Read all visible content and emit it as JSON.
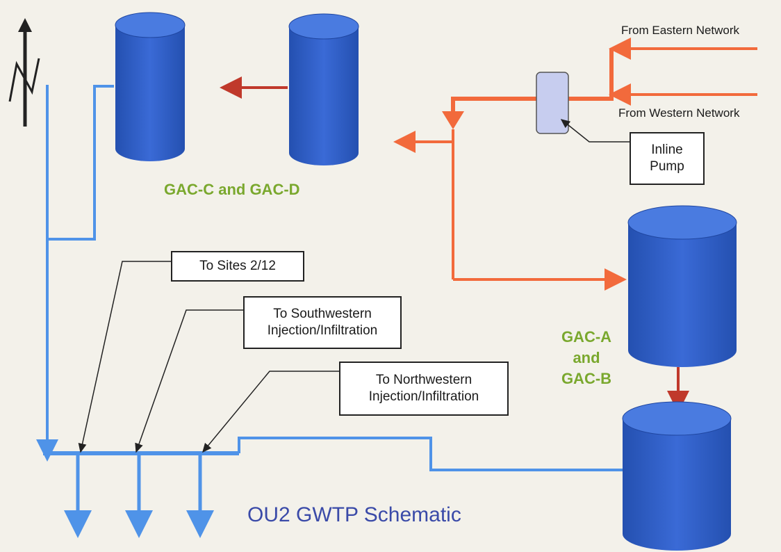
{
  "title": "OU2 GWTP Schematic",
  "north_marker": "N",
  "sources": {
    "eastern": "From Eastern Network",
    "western": "From Western Network"
  },
  "pump_label": [
    "Inline",
    "Pump"
  ],
  "group_labels": {
    "cd": "GAC-C and GAC-D",
    "ab": [
      "GAC-A",
      "and",
      "GAC-B"
    ]
  },
  "destinations": {
    "sites": "To Sites 2/12",
    "southwestern": [
      "To Southwestern",
      "Injection/Infiltration"
    ],
    "northwestern": [
      "To Northwestern",
      "Injection/Infiltration"
    ]
  },
  "colors": {
    "tank": "#2e5fc8",
    "tank_top": "#4a7be0",
    "influent_pipe": "#f26a3c",
    "treated_pipe": "#4f93e8",
    "transfer_arrow": "#c0392b",
    "group_label": "#7aa82e",
    "title": "#3a4aa8"
  }
}
